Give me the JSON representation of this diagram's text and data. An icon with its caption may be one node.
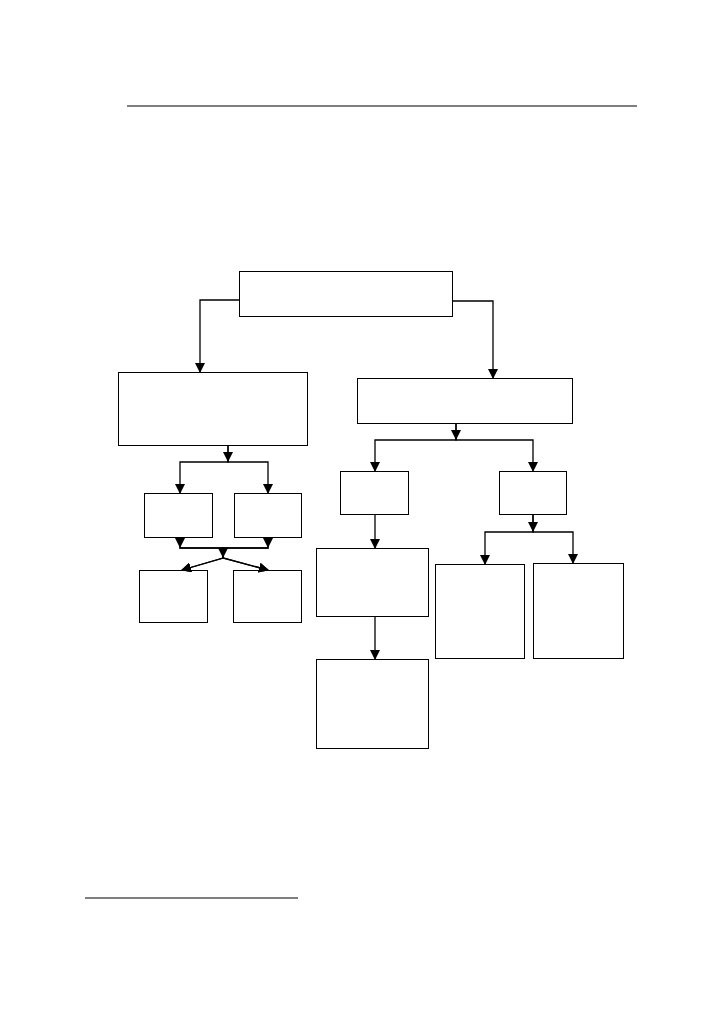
{
  "diagram": {
    "nodes": [
      {
        "text": [],
        "shape": "box"
      },
      {
        "text": [],
        "shape": "box"
      },
      {
        "text": [],
        "shape": "box"
      },
      {
        "text": [],
        "shape": "box"
      },
      {
        "text": [],
        "shape": "box"
      },
      {
        "text": [],
        "shape": "box"
      },
      {
        "text": [],
        "shape": "box"
      },
      {
        "text": [],
        "shape": "box"
      },
      {
        "text": [],
        "shape": "box"
      },
      {
        "text": [],
        "shape": "box"
      },
      {
        "text": [],
        "shape": "box"
      },
      {
        "text": [],
        "shape": "box"
      },
      {
        "text": [],
        "shape": "box"
      }
    ],
    "edges": [
      {
        "from": 0,
        "to": 1,
        "arrow": "to"
      },
      {
        "from": 0,
        "to": 2,
        "arrow": "to"
      },
      {
        "from": 1,
        "to": 3,
        "arrow": "to"
      },
      {
        "from": 1,
        "to": 4,
        "arrow": "to"
      },
      {
        "from": 3,
        "to": 5,
        "arrow": "to"
      },
      {
        "from": 3,
        "to": 6,
        "arrow": "to"
      },
      {
        "from": 4,
        "to": 5,
        "arrow": "to"
      },
      {
        "from": 4,
        "to": 6,
        "arrow": "to"
      },
      {
        "from": 2,
        "to": 7,
        "arrow": "to"
      },
      {
        "from": 2,
        "to": 8,
        "arrow": "to"
      },
      {
        "from": 7,
        "to": 9,
        "arrow": "to"
      },
      {
        "from": 9,
        "to": 10,
        "arrow": "to"
      },
      {
        "from": 8,
        "to": 11,
        "arrow": "to"
      },
      {
        "from": 8,
        "to": 12,
        "arrow": "to"
      }
    ]
  }
}
